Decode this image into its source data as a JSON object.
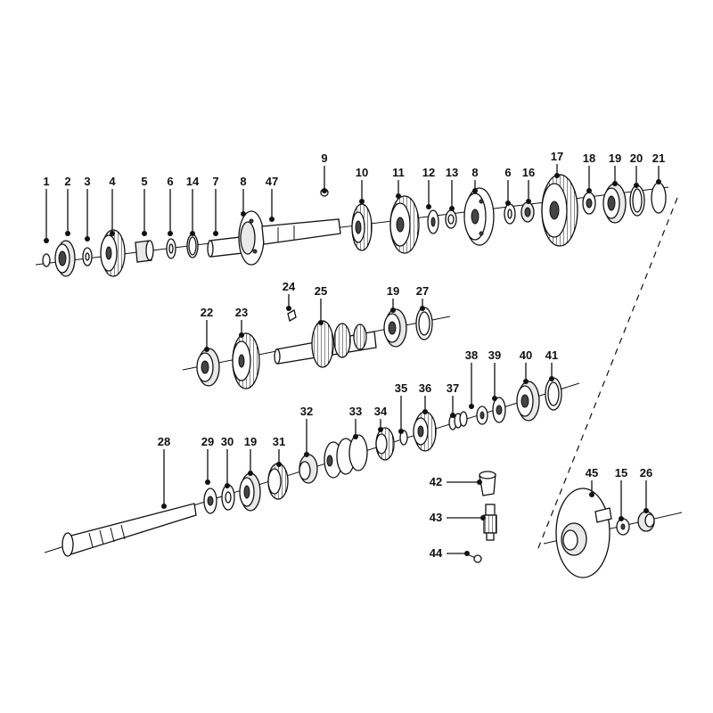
{
  "diagram": {
    "labels": [
      {
        "id": "l1",
        "text": "1"
      },
      {
        "id": "l2",
        "text": "2"
      },
      {
        "id": "l3",
        "text": "3"
      },
      {
        "id": "l4",
        "text": "4"
      },
      {
        "id": "l5",
        "text": "5"
      },
      {
        "id": "l6a",
        "text": "6"
      },
      {
        "id": "l14",
        "text": "14"
      },
      {
        "id": "l7",
        "text": "7"
      },
      {
        "id": "l8a",
        "text": "8"
      },
      {
        "id": "l47",
        "text": "47"
      },
      {
        "id": "l9",
        "text": "9"
      },
      {
        "id": "l10",
        "text": "10"
      },
      {
        "id": "l11",
        "text": "11"
      },
      {
        "id": "l12",
        "text": "12"
      },
      {
        "id": "l13",
        "text": "13"
      },
      {
        "id": "l8b",
        "text": "8"
      },
      {
        "id": "l6b",
        "text": "6"
      },
      {
        "id": "l16",
        "text": "16"
      },
      {
        "id": "l17",
        "text": "17"
      },
      {
        "id": "l18",
        "text": "18"
      },
      {
        "id": "l19a",
        "text": "19"
      },
      {
        "id": "l20",
        "text": "20"
      },
      {
        "id": "l21",
        "text": "21"
      },
      {
        "id": "l22",
        "text": "22"
      },
      {
        "id": "l23",
        "text": "23"
      },
      {
        "id": "l24",
        "text": "24"
      },
      {
        "id": "l25",
        "text": "25"
      },
      {
        "id": "l19b",
        "text": "19"
      },
      {
        "id": "l27",
        "text": "27"
      },
      {
        "id": "l28",
        "text": "28"
      },
      {
        "id": "l29",
        "text": "29"
      },
      {
        "id": "l30",
        "text": "30"
      },
      {
        "id": "l19c",
        "text": "19"
      },
      {
        "id": "l31",
        "text": "31"
      },
      {
        "id": "l32",
        "text": "32"
      },
      {
        "id": "l33",
        "text": "33"
      },
      {
        "id": "l34",
        "text": "34"
      },
      {
        "id": "l35",
        "text": "35"
      },
      {
        "id": "l36",
        "text": "36"
      },
      {
        "id": "l37",
        "text": "37"
      },
      {
        "id": "l38",
        "text": "38"
      },
      {
        "id": "l39",
        "text": "39"
      },
      {
        "id": "l40",
        "text": "40"
      },
      {
        "id": "l41",
        "text": "41"
      },
      {
        "id": "l42",
        "text": "42"
      },
      {
        "id": "l43",
        "text": "43"
      },
      {
        "id": "l44",
        "text": "44"
      },
      {
        "id": "l45",
        "text": "45"
      },
      {
        "id": "l15",
        "text": "15"
      },
      {
        "id": "l26",
        "text": "26"
      }
    ]
  }
}
